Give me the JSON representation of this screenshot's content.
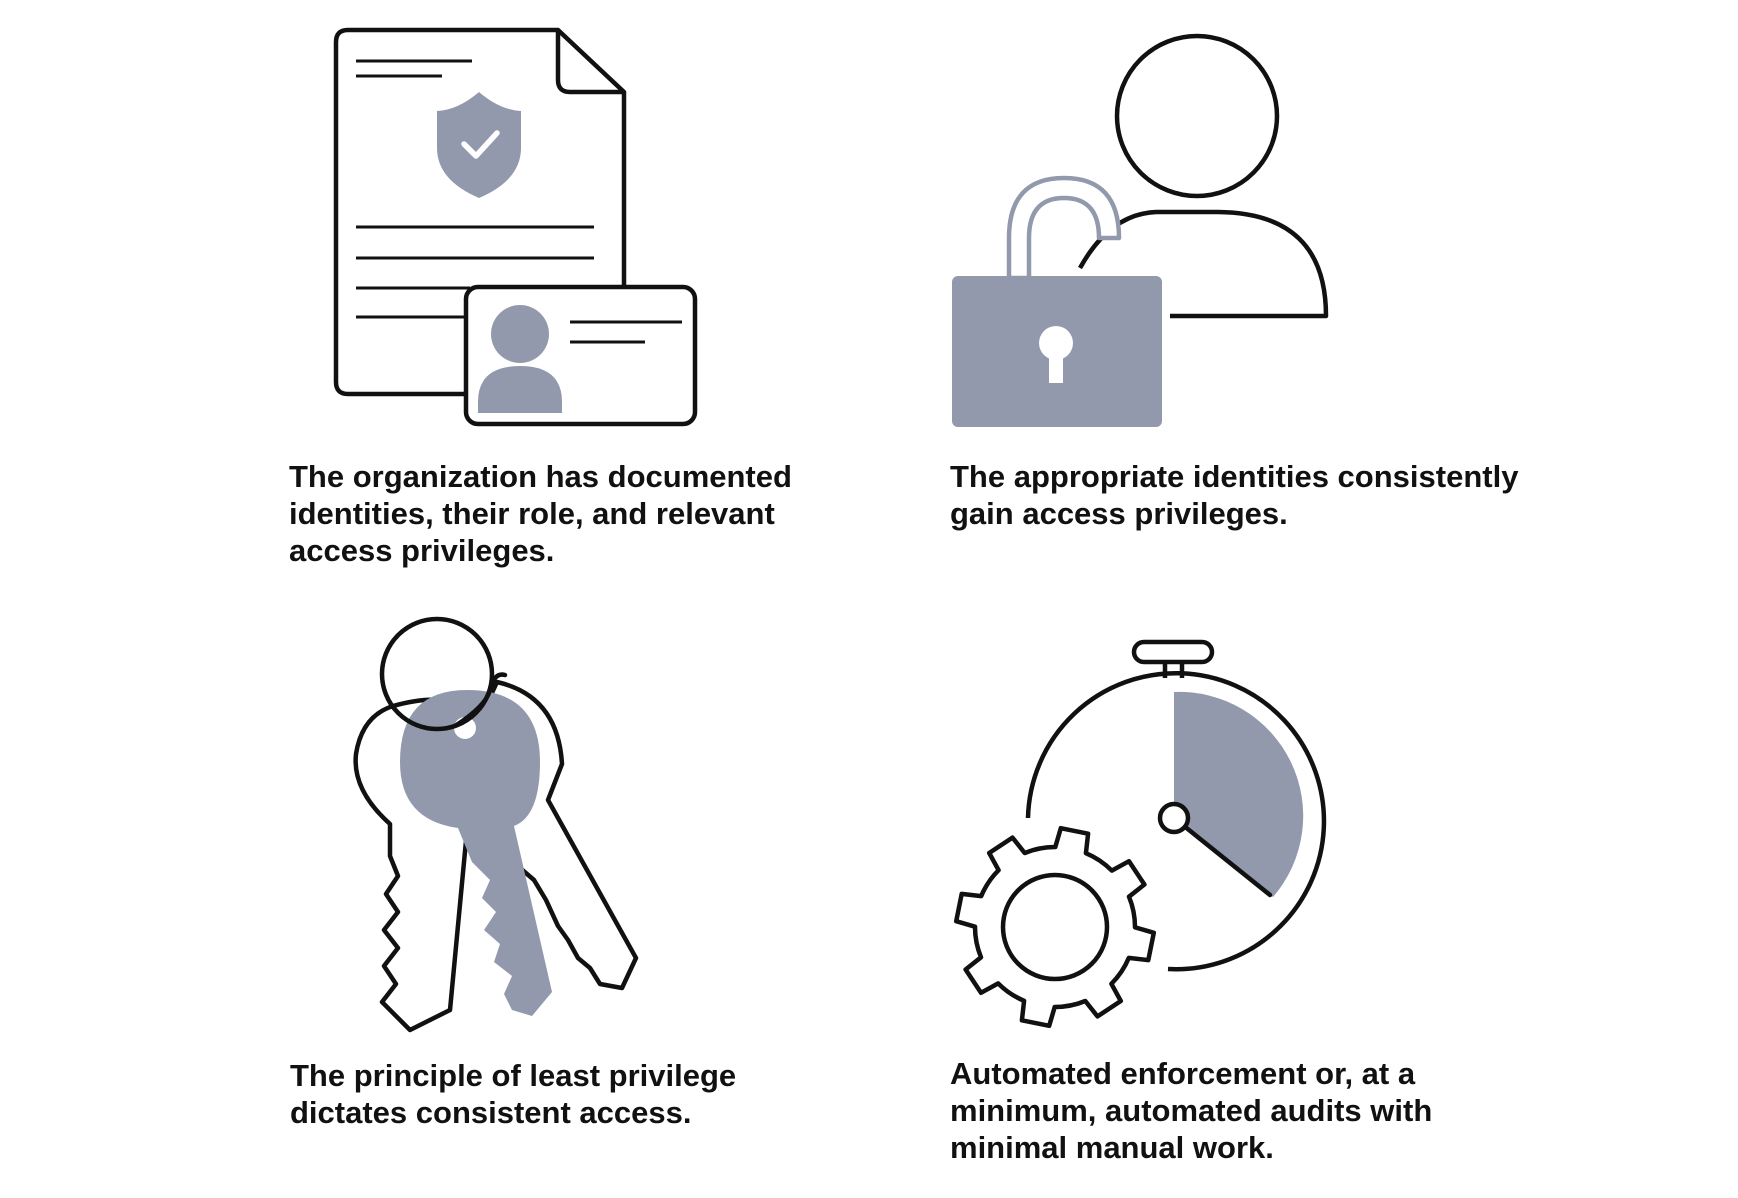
{
  "colors": {
    "stroke": "#111111",
    "fill_gray": "#9399ad",
    "background": "#ffffff"
  },
  "panels": [
    {
      "icon": "document-with-shield-and-id-card-icon",
      "caption_lines": [
        "The organization has documented",
        "identities, their role, and relevant",
        "access privileges."
      ]
    },
    {
      "icon": "person-with-open-padlock-icon",
      "caption_lines": [
        "The appropriate identities consistently",
        "gain access privileges."
      ]
    },
    {
      "icon": "keys-on-ring-icon",
      "caption_lines": [
        "The principle of least privilege",
        "dictates consistent access."
      ]
    },
    {
      "icon": "stopwatch-with-gear-icon",
      "caption_lines": [
        "Automated enforcement or, at a",
        "minimum, automated audits with",
        "minimal manual work."
      ]
    }
  ]
}
